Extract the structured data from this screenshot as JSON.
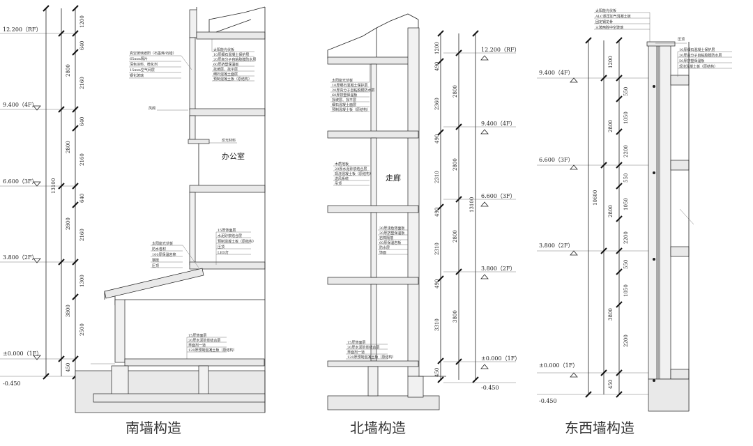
{
  "sections": [
    {
      "caption": "南墙构造",
      "levels": [
        "12.200（RF）",
        "9.400（4F）",
        "6.600（3F）",
        "3.800（2F）",
        "±0.000（1F）",
        "-0.450"
      ],
      "overall_dim": "13100",
      "mid_dims": [
        "2800",
        "2800",
        "2800",
        "3800"
      ],
      "fine_dims": [
        "1200",
        "640",
        "2160",
        "640",
        "2160",
        "640",
        "2160",
        "1300",
        "2500",
        "450"
      ],
      "room_label": "办公室",
      "notes_upper_left": [
        "真空玻璃遮阳（石墨烯/石蜡）",
        "65mm隔片",
        "深色涂料、微化剂",
        "15mm空气间层",
        "钢化玻璃"
      ],
      "notes_upper_right": [
        "太阳能光伏板",
        "10厚细石混凝土保护层",
        "20厚高分子自粘胶膜防水层",
        "60厚挤塑保温板",
        "找坡层、找平层",
        "细石混凝土面层",
        "预制混凝土板（原结构）"
      ],
      "note_vent": "风阀",
      "note_reflect": "反光材料",
      "notes_lower_left": [
        "太阳能光伏板",
        "防水卷材",
        "100厚保温岩棉",
        "钢檩",
        "压顶"
      ],
      "notes_lower_right": [
        "15厚饰面层",
        "水泥砂浆结合层",
        "预制混凝土板（原结构）",
        "压顶",
        "LED灯"
      ],
      "notes_floor": [
        "15厚饰面层",
        "20厚水泥砂浆结合层",
        "界面剂一道",
        "120厚预制混凝土板（原结构）"
      ]
    },
    {
      "caption": "北墙构造",
      "levels": [
        "12.200（RF）",
        "9.400（4F）",
        "6.600（3F）",
        "3.800（2F）",
        "±0.000（1F）",
        "-0.450"
      ],
      "overall_dim": "13100",
      "mid_dims": [
        "2800",
        "2800",
        "2800",
        "3800"
      ],
      "fine_dims": [
        "1200",
        "490",
        "2360",
        "490",
        "2310",
        "490",
        "2310",
        "490",
        "3310",
        "450"
      ],
      "room_label": "走廊",
      "notes_roof": [
        "太阳能光伏板",
        "10厚细石混凝土保护层",
        "20厚高分子自粘胶膜防水层",
        "60厚挤塑保温板",
        "找坡层、找平层",
        "细石混凝土面层",
        "预制混凝土板（原结构）"
      ],
      "notes_mid": [
        "木质地板",
        "20厚水泥砂浆结合层",
        "现浇混凝土板（原结构）",
        "送风系统",
        "吊顶"
      ],
      "notes_wall": [
        "30厚浅色饰面板",
        "20厚挤塑保温板",
        "岩棉隔墙",
        "60厚保温岩板",
        "防水层",
        "饰面"
      ],
      "notes_floor": [
        "15厚饰面层",
        "20厚水泥砂浆结合层",
        "界面剂一道",
        "120厚预制混凝土板（原结构）"
      ]
    },
    {
      "caption": "东西墙构造",
      "levels": [
        "9.400（4F）",
        "6.600（3F）",
        "3.800（2F）",
        "±0.000（1F）",
        "-0.450"
      ],
      "overall_dim": "10600",
      "mid_dims": [
        "2800",
        "2800",
        "3800"
      ],
      "fine_dims": [
        "1200",
        "550",
        "1050",
        "2200",
        "550",
        "1050",
        "2200",
        "550",
        "1050",
        "2200",
        "450"
      ],
      "notes_top": [
        "太阳能光伏板",
        "ALC蒸压加气混凝土板",
        "固定钢龙骨",
        "三玻两腔中空玻璃"
      ],
      "note_cap": "压顶",
      "notes_right": [
        "10厚细石混凝土保护层",
        "20厚高分子自粘胶膜防水层",
        "50厚挤塑保温板",
        "现浇混凝土板（原结构）"
      ]
    }
  ]
}
